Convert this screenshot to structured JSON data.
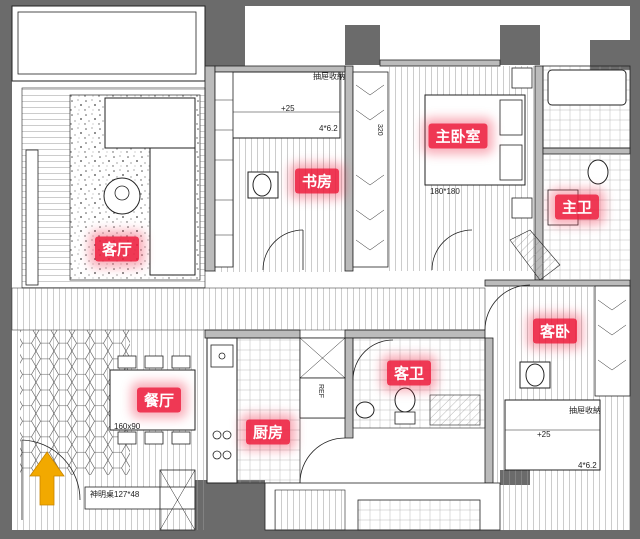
{
  "rooms": {
    "living": "客厅",
    "study": "书房",
    "master_bedroom": "主卧室",
    "master_bath": "主卫",
    "guest_bedroom": "客卧",
    "guest_bath": "客卫",
    "dining": "餐厅",
    "kitchen": "厨房"
  },
  "notes": {
    "drawer_storage_study": "抽屉收納",
    "drawer_storage_guest": "抽屉收納",
    "plus25_study": "+25",
    "plus25_guest": "+25",
    "size_study": "4*6.2",
    "size_guest": "4*6.2",
    "bed_master": "180*180",
    "table_dining": "160x90",
    "altar": "神明桌127*48",
    "wardrobe_depth": "320",
    "ref": "REF"
  },
  "colors": {
    "wall": "#6b6b6b",
    "tag": "#ed1c3c",
    "entry_arrow": "#f2a900",
    "line": "#222222"
  }
}
